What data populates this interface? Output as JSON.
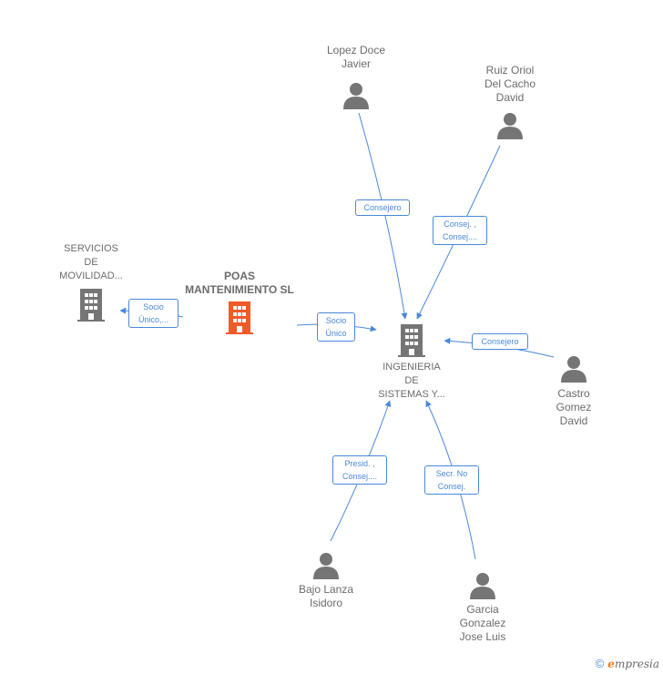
{
  "colors": {
    "edge": "#4a88d9",
    "person_icon": "#757575",
    "company_icon": "#757575",
    "main_company_icon": "#f05a28",
    "text": "#6b6b6b"
  },
  "nodes": {
    "servicios": {
      "label": "SERVICIOS\nDE\nMOVILIDAD...",
      "icon": "building-icon"
    },
    "poas": {
      "label": "POAS\nMANTENIMIENTO SL",
      "icon": "building-icon"
    },
    "ingenieria": {
      "label": "INGENIERIA\nDE\nSISTEMAS Y...",
      "icon": "building-icon"
    },
    "lopez": {
      "label": "Lopez Doce\nJavier",
      "icon": "person-icon"
    },
    "ruiz": {
      "label": "Ruiz Oriol\nDel Cacho\nDavid",
      "icon": "person-icon"
    },
    "castro": {
      "label": "Castro\nGomez\nDavid",
      "icon": "person-icon"
    },
    "bajo": {
      "label": "Bajo Lanza\nIsidoro",
      "icon": "person-icon"
    },
    "garcia": {
      "label": "Garcia\nGonzalez\nJose Luis",
      "icon": "person-icon"
    }
  },
  "edges": {
    "poas_servicios": "Socio\nÚnico,...",
    "poas_ingenieria": "Socio\nÚnico",
    "lopez_ingenieria": "Consejero",
    "ruiz_ingenieria": "Consej. ,\nConsej....",
    "castro_ingenieria": "Consejero",
    "bajo_ingenieria": "Presid. ,\nConsej....",
    "garcia_ingenieria": "Secr.  No\nConsej."
  },
  "footer": {
    "copyright": "©",
    "brand_initial": "e",
    "brand_rest": "mpresia"
  }
}
